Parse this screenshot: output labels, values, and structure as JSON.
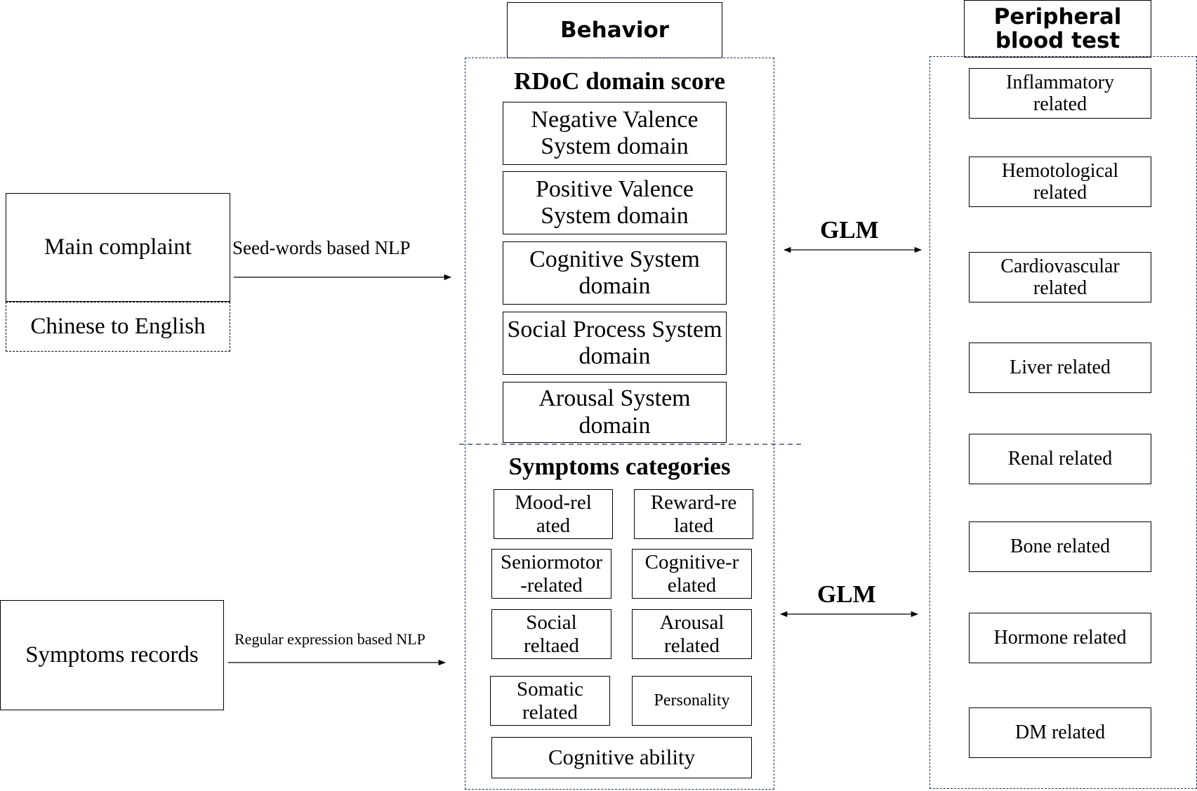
{
  "inputs": {
    "main_complaint": "Main complaint",
    "chinese_to_english": "Chinese to English",
    "symptoms_records": "Symptoms records"
  },
  "arrows": {
    "seed_words_nlp": "Seed-words based NLP",
    "regex_nlp": "Regular expression based NLP",
    "glm_top": "GLM",
    "glm_bottom": "GLM"
  },
  "behavior": {
    "title": "Behavior",
    "rdoc_title": "RDoC domain score",
    "rdoc_domains": [
      "Negative Valence System domain",
      "Positive Valence System domain",
      "Cognitive System domain",
      "Social Process System domain",
      "Arousal System domain"
    ],
    "symptoms_title": "Symptoms categories",
    "symptom_categories": [
      "Mood-related",
      "Reward-related",
      "Seniormotor-related",
      "Cognitive-related",
      "Social reltaed",
      "Arousal related",
      "Somatic related",
      "Personality",
      "Cognitive ability"
    ]
  },
  "blood": {
    "title": "Peripheral blood test",
    "items": [
      "Inflammatory related",
      "Hemotological related",
      "Cardiovascular related",
      "Liver related",
      "Renal related",
      "Bone related",
      "Hormone related",
      "DM related"
    ]
  }
}
